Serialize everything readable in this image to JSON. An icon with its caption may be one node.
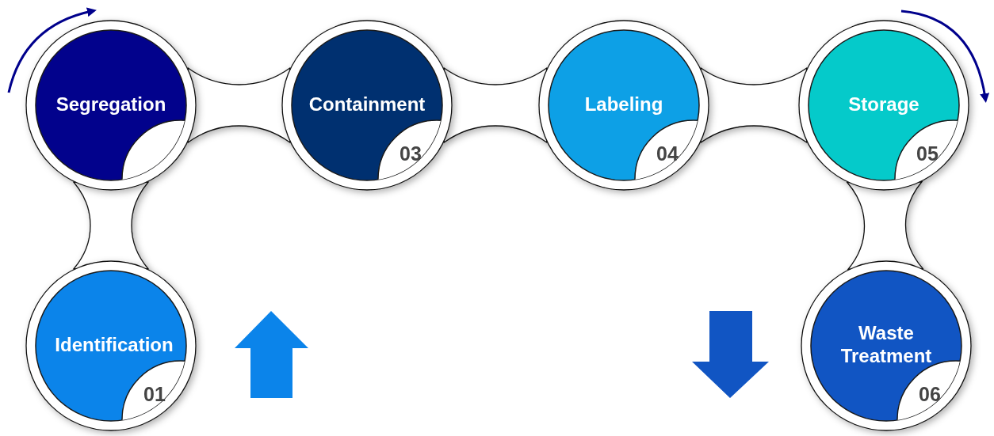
{
  "diagram": {
    "nodes": [
      {
        "text": [
          "Identification",
          "01"
        ]
      },
      {
        "text": [
          "Segregation"
        ]
      },
      {
        "text": [
          "Containment",
          "03"
        ]
      },
      {
        "text": [
          "Labeling",
          "04"
        ]
      },
      {
        "text": [
          "Storage",
          "05"
        ]
      },
      {
        "text": [
          "Waste Treatment",
          "06"
        ]
      }
    ],
    "edges": [
      {
        "from": 0,
        "to": 1,
        "arrow": "none"
      },
      {
        "from": 1,
        "to": 2,
        "arrow": "none"
      },
      {
        "from": 2,
        "to": 3,
        "arrow": "none"
      },
      {
        "from": 3,
        "to": 4,
        "arrow": "none"
      },
      {
        "from": 4,
        "to": 5,
        "arrow": "none"
      }
    ]
  }
}
